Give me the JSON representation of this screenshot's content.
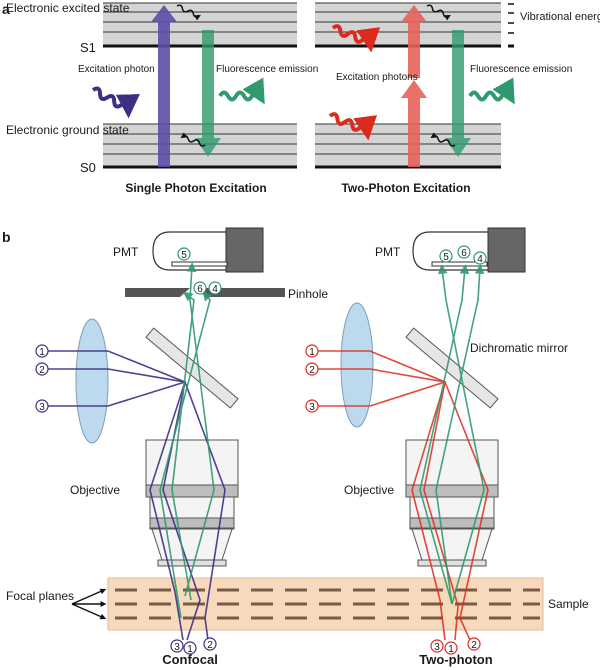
{
  "panel_a": {
    "panel_label": "a",
    "excited_state_label": "Electronic excited state",
    "ground_state_label": "Electronic ground state",
    "s1_label": "S1",
    "s0_label": "S0",
    "vibrational_label": "Vibrational energy states",
    "single": {
      "excitation_label": "Excitation photon",
      "fluorescence_label": "Fluorescence emission",
      "title": "Single Photon Excitation"
    },
    "two": {
      "excitation_label": "Excitation photons",
      "fluorescence_label": "Fluorescence emission",
      "title": "Two-Photon Excitation"
    }
  },
  "panel_b": {
    "panel_label": "b",
    "pmt_label": "PMT",
    "pinhole_label": "Pinhole",
    "dichromatic_label": "Dichromatic mirror",
    "objective_label": "Objective",
    "focal_planes_label": "Focal planes",
    "sample_label": "Sample",
    "confocal_title": "Confocal",
    "twophoton_title": "Two-photon",
    "beam_numbers": [
      "1",
      "2",
      "3"
    ],
    "pmt_numbers_confocal": [
      "5"
    ],
    "pinhole_numbers": [
      "6",
      "4"
    ],
    "pmt_numbers_twophoton": [
      "5",
      "6",
      "4"
    ],
    "bottom_numbers": [
      "3",
      "1",
      "2"
    ]
  },
  "colors": {
    "excitation_single": "#3c2f86",
    "excitation_two": "#dd2a1e",
    "fluorescence": "#2e9a6e",
    "sample": "#f7d9bb",
    "level_fill": "#d4d4d4",
    "lens": "#bcd9ee"
  }
}
